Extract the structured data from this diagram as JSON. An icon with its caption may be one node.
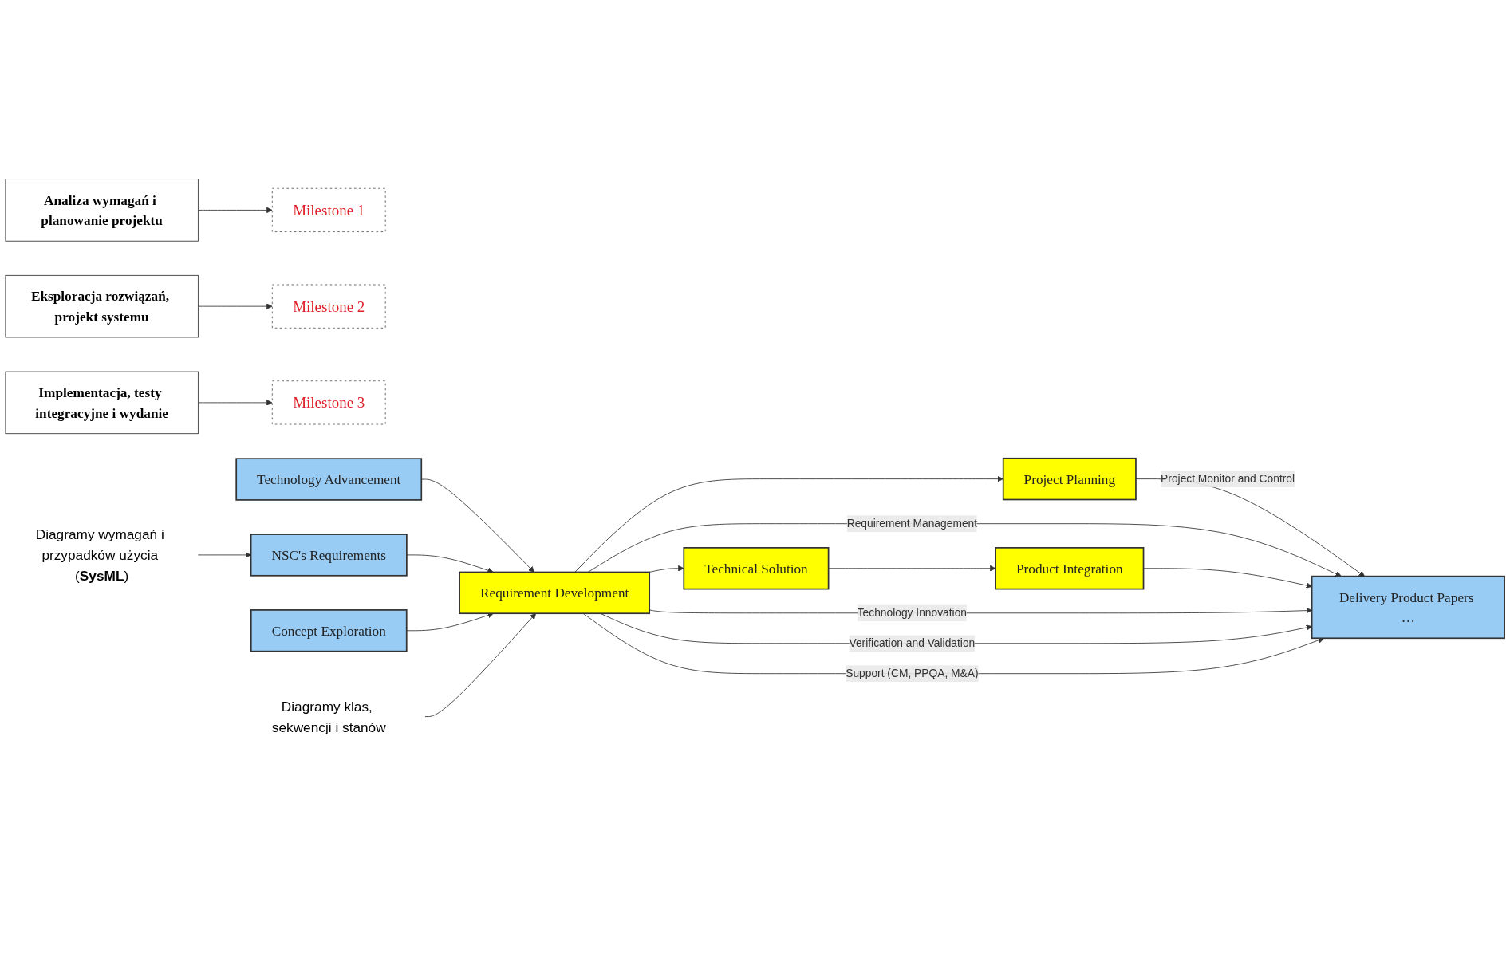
{
  "diagram": {
    "nodes": [
      {
        "text": [
          "Milestone 1"
        ]
      },
      {
        "text": [
          "Milestone 2"
        ]
      },
      {
        "text": [
          "Milestone 3"
        ]
      },
      {
        "text": [
          "Diagramy wymagań i przypadków użycia (**SysML**)"
        ]
      },
      {
        "text": [
          "Technology Advancement"
        ]
      },
      {
        "text": [
          "NSC's Requirements"
        ]
      },
      {
        "text": [
          "Concept Exploration"
        ]
      },
      {
        "text": [
          "Project Planning"
        ]
      },
      {
        "text": [
          "Requirement Development"
        ]
      },
      {
        "text": [
          "Technical Solution"
        ]
      },
      {
        "text": [
          "Product Integration"
        ]
      },
      {
        "text": [
          "Delivery Product Papers …"
        ]
      },
      {
        "text": [
          "Diagramy klas, sekwencji i stanów"
        ]
      },
      {
        "text": [
          "Analiza wymagań i planowanie projektu"
        ]
      },
      {
        "text": [
          "Eksploracja rozwiązań, projekt systemu"
        ]
      },
      {
        "text": [
          "Implementacja, testy integracyjne i wydanie"
        ]
      }
    ],
    "edges": [
      {
        "from": 3,
        "to": 5,
        "arrow": "to"
      },
      {
        "from": 4,
        "to": 8,
        "arrow": "to"
      },
      {
        "from": 5,
        "to": 8,
        "arrow": "to"
      },
      {
        "from": 6,
        "to": 8,
        "arrow": "to"
      },
      {
        "from": 12,
        "to": 8,
        "arrow": "to"
      },
      {
        "from": 8,
        "to": 7,
        "arrow": "to"
      },
      {
        "from": 7,
        "to": 11,
        "arrow": "to",
        "label": "Project Monitor and Control"
      },
      {
        "from": 8,
        "to": 11,
        "arrow": "to",
        "label": "Requirement Management"
      },
      {
        "from": 8,
        "to": 9,
        "arrow": "to"
      },
      {
        "from": 9,
        "to": 10,
        "arrow": "to"
      },
      {
        "from": 10,
        "to": 11,
        "arrow": "to"
      },
      {
        "from": 8,
        "to": 11,
        "arrow": "to",
        "label": "Technology Innovation"
      },
      {
        "from": 8,
        "to": 11,
        "arrow": "to",
        "label": "Verification and Validation"
      },
      {
        "from": 8,
        "to": 11,
        "arrow": "to",
        "label": "Support (CM, PPQA, M&A)"
      },
      {
        "from": 13,
        "to": 0,
        "arrow": "to"
      },
      {
        "from": 14,
        "to": 1,
        "arrow": "to"
      },
      {
        "from": 15,
        "to": 2,
        "arrow": "to"
      }
    ]
  }
}
